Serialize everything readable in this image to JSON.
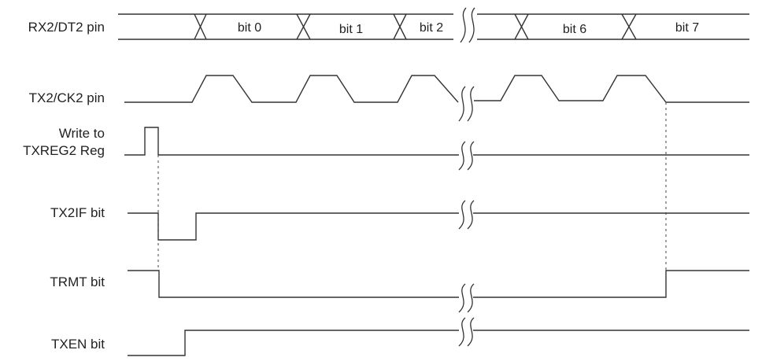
{
  "signals": {
    "rx": "RX2/DT2 pin",
    "tx": "TX2/CK2 pin",
    "write_line1": "Write to",
    "write_line2": "TXREG2 Reg",
    "txif": "TX2IF bit",
    "trmt": "TRMT bit",
    "txen": "TXEN bit"
  },
  "bits": {
    "b0": "bit 0",
    "b1": "bit 1",
    "b2": "bit 2",
    "b6": "bit 6",
    "b7": "bit 7"
  }
}
